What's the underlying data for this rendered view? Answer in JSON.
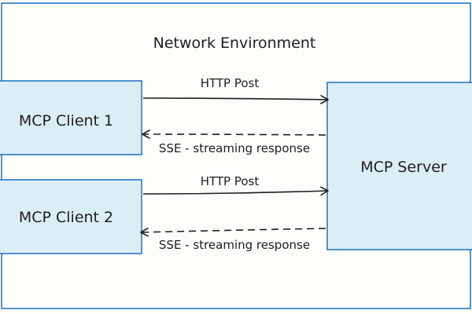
{
  "environment": {
    "label": "Network Environment"
  },
  "nodes": {
    "client1": {
      "label": "MCP Client 1"
    },
    "client2": {
      "label": "MCP Client 2"
    },
    "server": {
      "label": "MCP Server"
    }
  },
  "edges": {
    "client1_request": {
      "label": "HTTP Post",
      "from": "client1",
      "to": "server",
      "style": "solid"
    },
    "client1_response": {
      "label": "SSE - streaming response",
      "from": "server",
      "to": "client1",
      "style": "dashed"
    },
    "client2_request": {
      "label": "HTTP Post",
      "from": "client2",
      "to": "server",
      "style": "solid"
    },
    "client2_response": {
      "label": "SSE - streaming response",
      "from": "server",
      "to": "client2",
      "style": "dashed"
    }
  },
  "colors": {
    "background": "#fdfdf9",
    "environment_fill": "#fdfdf9",
    "environment_stroke": "#1971c2",
    "node_fill": "#dbeef6",
    "node_stroke": "#1971c2",
    "arrow": "#1e1e1e",
    "text": "#1e1e1e"
  }
}
